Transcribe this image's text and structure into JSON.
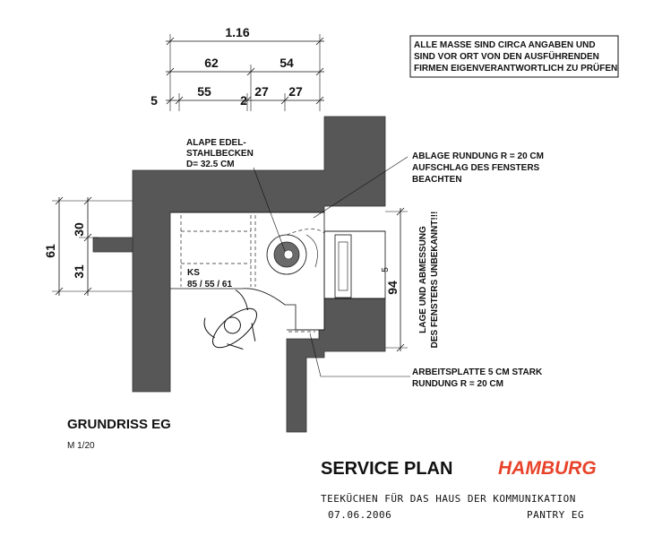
{
  "dimensions": {
    "total": "1.16",
    "left_segment": "62",
    "right_segment": "54",
    "d5": "5",
    "d55": "55",
    "d2": "2",
    "d27a": "27",
    "d27b": "27",
    "vertical_total": "61",
    "vertical_top": "30",
    "vertical_bottom": "31",
    "window_width": "94",
    "window_width_sup": "5"
  },
  "notes": {
    "disclaimer": [
      "ALLE MASSE SIND CIRCA ANGABEN UND",
      "SIND VOR ORT VON DEN AUSFÜHRENDEN",
      "FIRMEN EIGENVERANTWORTLICH ZU PRÜFEN"
    ],
    "sink": [
      "ALAPE EDEL-",
      "STAHLBECKEN",
      "D= 32.5 CM"
    ],
    "ablage": [
      "ABLAGE RUNDUNG R = 20 CM",
      "AUFSCHLAG DES FENSTERS",
      "BEACHTEN"
    ],
    "window_unknown": [
      "LAGE UND ABMESSUNG",
      "DES FENSTERS UNBEKANNT!!!"
    ],
    "fridge": [
      "KS",
      "85 / 55 / 61"
    ],
    "worktop": [
      "ARBEITSPLATTE 5 CM STARK",
      "RUNDUNG R = 20 CM"
    ]
  },
  "plan": {
    "title": "GRUNDRISS EG",
    "scale": "M 1/20"
  },
  "title_block": {
    "brand": "SERVICE PLAN",
    "city": "HAMBURG",
    "project": "TEEKÜCHEN FÜR DAS HAUS DER KOMMUNIKATION",
    "date": "07.06.2006",
    "room": "PANTRY EG"
  },
  "colors": {
    "wall": "#575757",
    "city": "#e8432a",
    "ink": "#111111"
  }
}
